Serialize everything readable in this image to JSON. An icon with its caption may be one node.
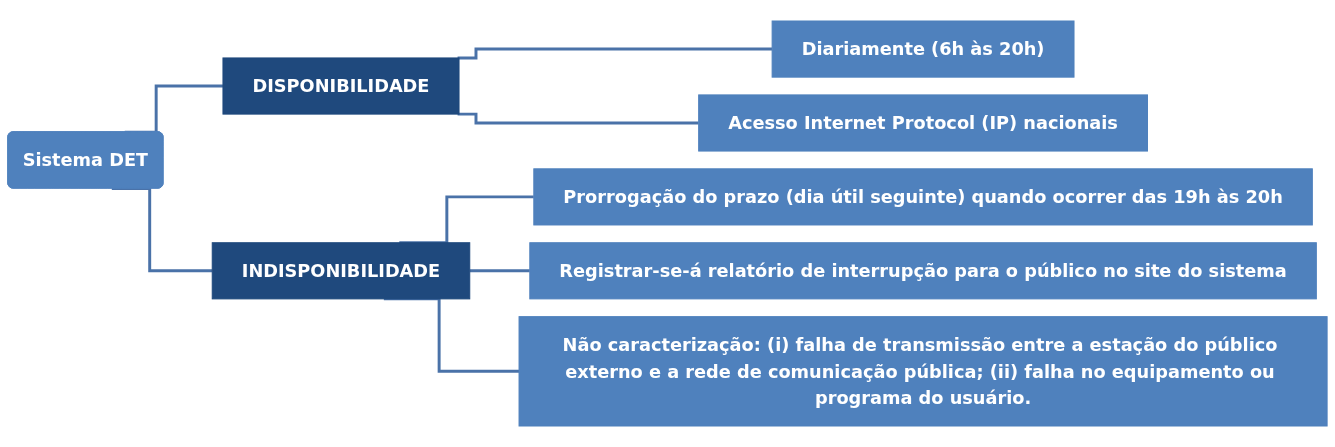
{
  "diagram": {
    "nodes": [
      {
        "text": [
          "Sistema DET"
        ]
      },
      {
        "text": [
          "DISPONIBILIDADE"
        ]
      },
      {
        "text": [
          "Diariamente (6h às 20h)"
        ]
      },
      {
        "text": [
          "Acesso Internet Protocol (IP) nacionais"
        ]
      },
      {
        "text": [
          "INDISPONIBILIDADE"
        ]
      },
      {
        "text": [
          "Prorrogação do prazo (dia útil seguinte) quando ocorrer das 19h às 20h"
        ]
      },
      {
        "text": [
          "Registrar-se-á relatório de interrupção para o público no site do sistema"
        ]
      },
      {
        "text": [
          "**Não caracterização:** (i) falha de transmissão entre a estação do público externo e a rede de comunicação pública; (ii) falha no equipamento ou programa do usuário."
        ]
      }
    ],
    "edges": [
      {
        "from": 0,
        "to": 1,
        "arrow": "none"
      },
      {
        "from": 0,
        "to": 4,
        "arrow": "none"
      },
      {
        "from": 1,
        "to": 2,
        "arrow": "none"
      },
      {
        "from": 1,
        "to": 3,
        "arrow": "none"
      },
      {
        "from": 4,
        "to": 5,
        "arrow": "none"
      },
      {
        "from": 4,
        "to": 6,
        "arrow": "none"
      },
      {
        "from": 4,
        "to": 7,
        "arrow": "none"
      }
    ]
  }
}
